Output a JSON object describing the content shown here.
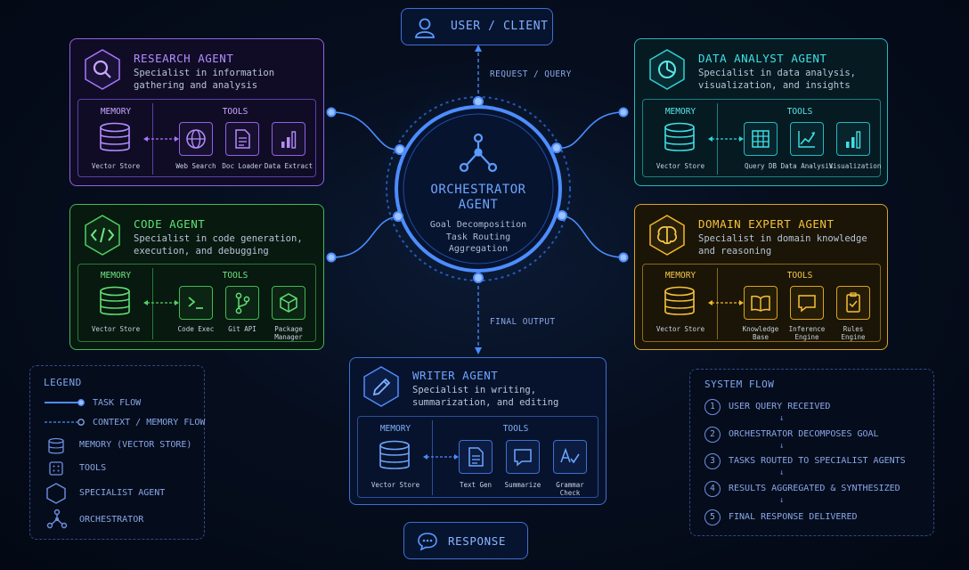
{
  "user_client": {
    "label": "USER / CLIENT"
  },
  "response": {
    "label": "RESPONSE"
  },
  "orchestrator": {
    "title_line1": "ORCHESTRATOR",
    "title_line2": "AGENT",
    "tasks": [
      "Goal Decomposition",
      "Task Routing",
      "Aggregation"
    ]
  },
  "flows": {
    "request": "REQUEST / QUERY",
    "final": "FINAL OUTPUT"
  },
  "section_labels": {
    "memory": "MEMORY",
    "tools": "TOOLS",
    "vector_store": "Vector Store"
  },
  "agents": {
    "research": {
      "title": "RESEARCH AGENT",
      "desc1": "Specialist in information",
      "desc2": "gathering and analysis",
      "tools": [
        "Web Search",
        "Doc Loader",
        "Data Extract"
      ]
    },
    "data": {
      "title": "DATA ANALYST AGENT",
      "desc1": "Specialist in data analysis,",
      "desc2": "visualization, and insights",
      "tools": [
        "Query DB",
        "Data Analysis",
        "Visualization"
      ]
    },
    "code": {
      "title": "CODE AGENT",
      "desc1": "Specialist in code generation,",
      "desc2": "execution, and debugging",
      "tools": [
        "Code Exec",
        "Git API",
        "Package",
        "Manager"
      ]
    },
    "domain": {
      "title": "DOMAIN EXPERT AGENT",
      "desc1": "Specialist in domain knowledge",
      "desc2": "and reasoning",
      "tools": [
        "Knowledge",
        "Base",
        "Inference",
        "Engine",
        "Rules",
        "Engine"
      ]
    },
    "writer": {
      "title": "WRITER AGENT",
      "desc1": "Specialist in writing,",
      "desc2": "summarization, and editing",
      "tools": [
        "Text Gen",
        "Summarize",
        "Grammar",
        "Check"
      ]
    }
  },
  "legend": {
    "title": "LEGEND",
    "items": [
      "TASK FLOW",
      "CONTEXT / MEMORY FLOW",
      "MEMORY (VECTOR STORE)",
      "TOOLS",
      "SPECIALIST AGENT",
      "ORCHESTRATOR"
    ]
  },
  "system_flow": {
    "title": "SYSTEM FLOW",
    "steps": [
      {
        "num": "1",
        "text": "USER QUERY RECEIVED"
      },
      {
        "num": "2",
        "text": "ORCHESTRATOR DECOMPOSES GOAL"
      },
      {
        "num": "3",
        "text": "TASKS ROUTED TO SPECIALIST AGENTS"
      },
      {
        "num": "4",
        "text": "RESULTS AGGREGATED & SYNTHESIZED"
      },
      {
        "num": "5",
        "text": "FINAL RESPONSE DELIVERED"
      }
    ]
  },
  "colors": {
    "research": "#a877ff",
    "data": "#2ed3d8",
    "code": "#4fd164",
    "domain": "#f1b92a",
    "writer": "#4f8bff",
    "orchestrator": "#4d8dff"
  }
}
